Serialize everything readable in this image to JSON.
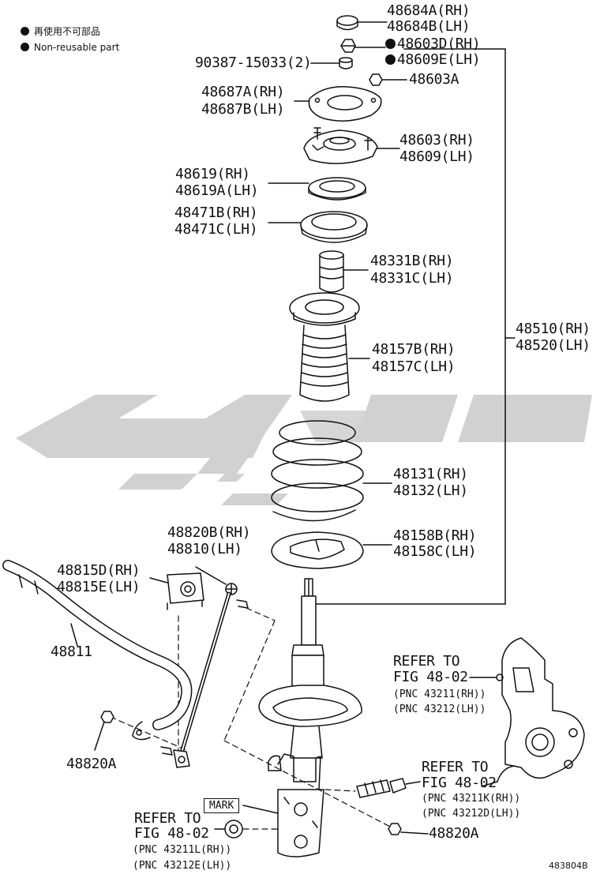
{
  "legend": {
    "items": [
      {
        "text": "再使用不可部品"
      },
      {
        "text": "Non-reusable part"
      }
    ]
  },
  "colors": {
    "line": "#111111",
    "watermark": "#d0d0d0",
    "background": "#ffffff"
  },
  "parts": {
    "p48684": {
      "rh": "48684A(RH)",
      "lh": "48684B(LH)"
    },
    "p48603d": {
      "rh": "48603D(RH)",
      "lh": "48609E(LH)"
    },
    "p90387": "90387-15033(2)",
    "p48603a": "48603A",
    "p48687": {
      "rh": "48687A(RH)",
      "lh": "48687B(LH)"
    },
    "p48603": {
      "rh": "48603(RH)",
      "lh": "48609(LH)"
    },
    "p48619": {
      "rh": "48619(RH)",
      "lh": "48619A(LH)"
    },
    "p48471": {
      "rh": "48471B(RH)",
      "lh": "48471C(LH)"
    },
    "p48331": {
      "rh": "48331B(RH)",
      "lh": "48331C(LH)"
    },
    "p48157": {
      "rh": "48157B(RH)",
      "lh": "48157C(LH)"
    },
    "p48510": {
      "rh": "48510(RH)",
      "lh": "48520(LH)"
    },
    "p48131": {
      "rh": "48131(RH)",
      "lh": "48132(LH)"
    },
    "p48158": {
      "rh": "48158B(RH)",
      "lh": "48158C(LH)"
    },
    "p48820b": {
      "rh": "48820B(RH)",
      "lh": "48810(LH)"
    },
    "p48815": {
      "rh": "48815D(RH)",
      "lh": "48815E(LH)"
    },
    "p48811": "48811",
    "p48820a_left": "48820A",
    "p48820a_right": "48820A",
    "mark": "MARK"
  },
  "refs": {
    "knuckle": {
      "line1": "REFER TO",
      "line2": "FIG 48-02",
      "pnc1": "(PNC 43211(RH))",
      "pnc2": "(PNC 43212(LH))"
    },
    "bolt": {
      "line1": "REFER TO",
      "line2": "FIG 48-02",
      "pnc1": "(PNC 43211K(RH))",
      "pnc2": "(PNC 43212D(LH))"
    },
    "nut": {
      "line1": "REFER TO",
      "line2": "FIG 48-02",
      "pnc1": "(PNC 43211L(RH))",
      "pnc2": "(PNC 43212E(LH))"
    }
  },
  "figure_id": "483804B"
}
